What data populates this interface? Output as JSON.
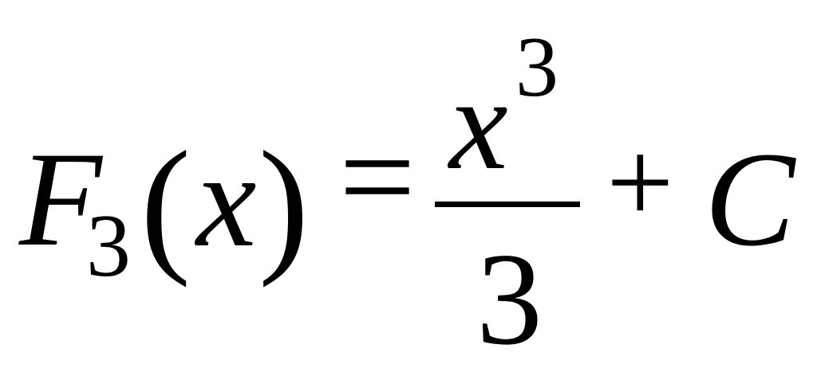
{
  "formula": {
    "function_name": "F",
    "function_subscript": "3",
    "left_paren": "(",
    "argument": "x",
    "right_paren": ")",
    "equals": "=",
    "numerator_base": "x",
    "numerator_exponent": "3",
    "denominator": "3",
    "plus": "+",
    "constant": "C"
  }
}
